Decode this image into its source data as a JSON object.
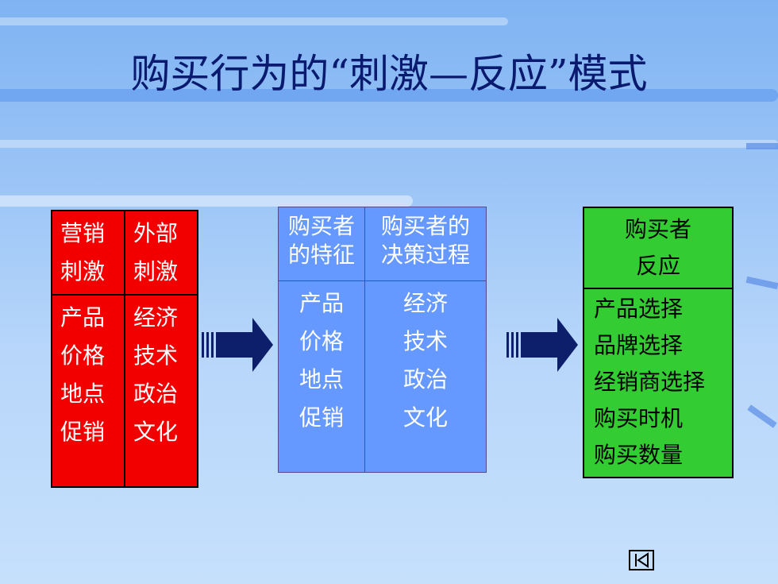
{
  "title": "购买行为的“刺激—反应”模式",
  "marketing_box": {
    "col1_header": [
      "营销",
      "刺激"
    ],
    "col2_header": [
      "外部",
      "刺激"
    ],
    "col1_items": [
      "产品",
      "价格",
      "地点",
      "促销"
    ],
    "col2_items": [
      "经济",
      "技术",
      "政治",
      "文化"
    ]
  },
  "buyer_box": {
    "col1_header": [
      "购买者",
      "的特征"
    ],
    "col2_header": [
      "购买者的",
      "决策过程"
    ],
    "col1_items": [
      "产品",
      "价格",
      "地点",
      "促销"
    ],
    "col2_items": [
      "经济",
      "技术",
      "政治",
      "文化"
    ]
  },
  "response_box": {
    "header": [
      "购买者",
      "反应"
    ],
    "items": [
      "产品选择",
      "品牌选择",
      "经销商选择",
      "购买时机",
      "购买数量"
    ]
  },
  "colors": {
    "red_box": "#f20000",
    "blue_box": "#6699ff",
    "green_box": "#33cc33",
    "arrow": "#0d1e6b",
    "title": "#0a1a6e"
  },
  "nav_icon": "skip-to-start-icon"
}
